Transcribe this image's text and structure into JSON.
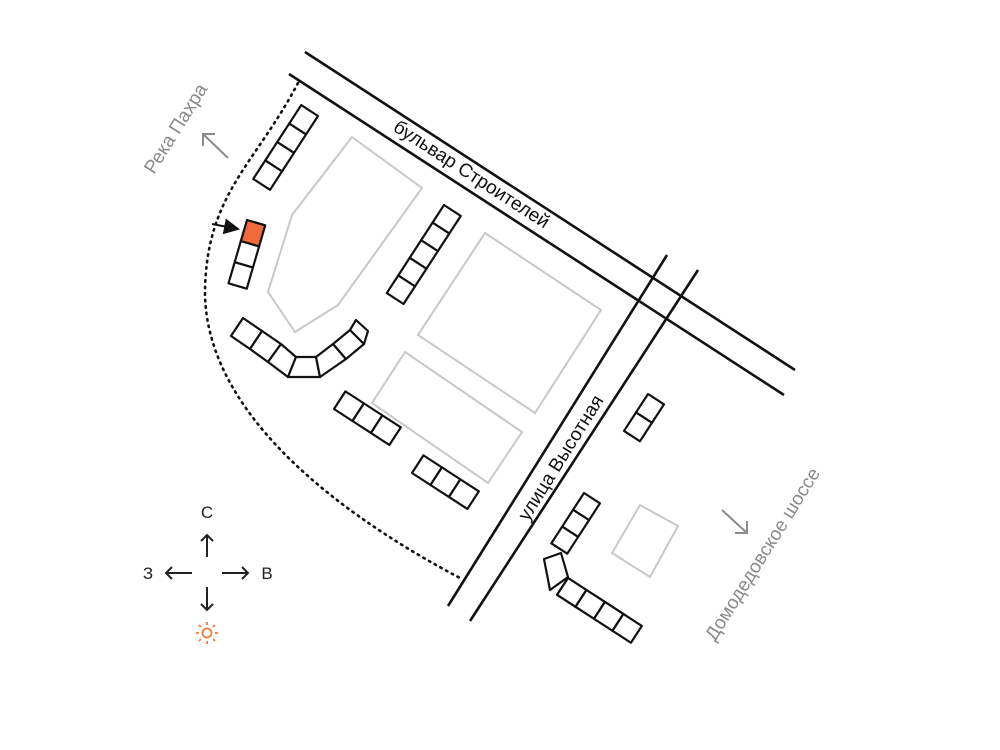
{
  "streets": {
    "boulevard": "бульвар Строителей",
    "street": "улица Высотная"
  },
  "directions": {
    "river": "Река Пахра",
    "highway": "Домодедовское шоссе"
  },
  "compass": {
    "north": "С",
    "west": "З",
    "east": "В",
    "sun_icon": "sun-icon"
  },
  "colors": {
    "highlight": "#ef6a3c",
    "sun": "#ef7a3c",
    "plot": "#c8c8c8"
  }
}
